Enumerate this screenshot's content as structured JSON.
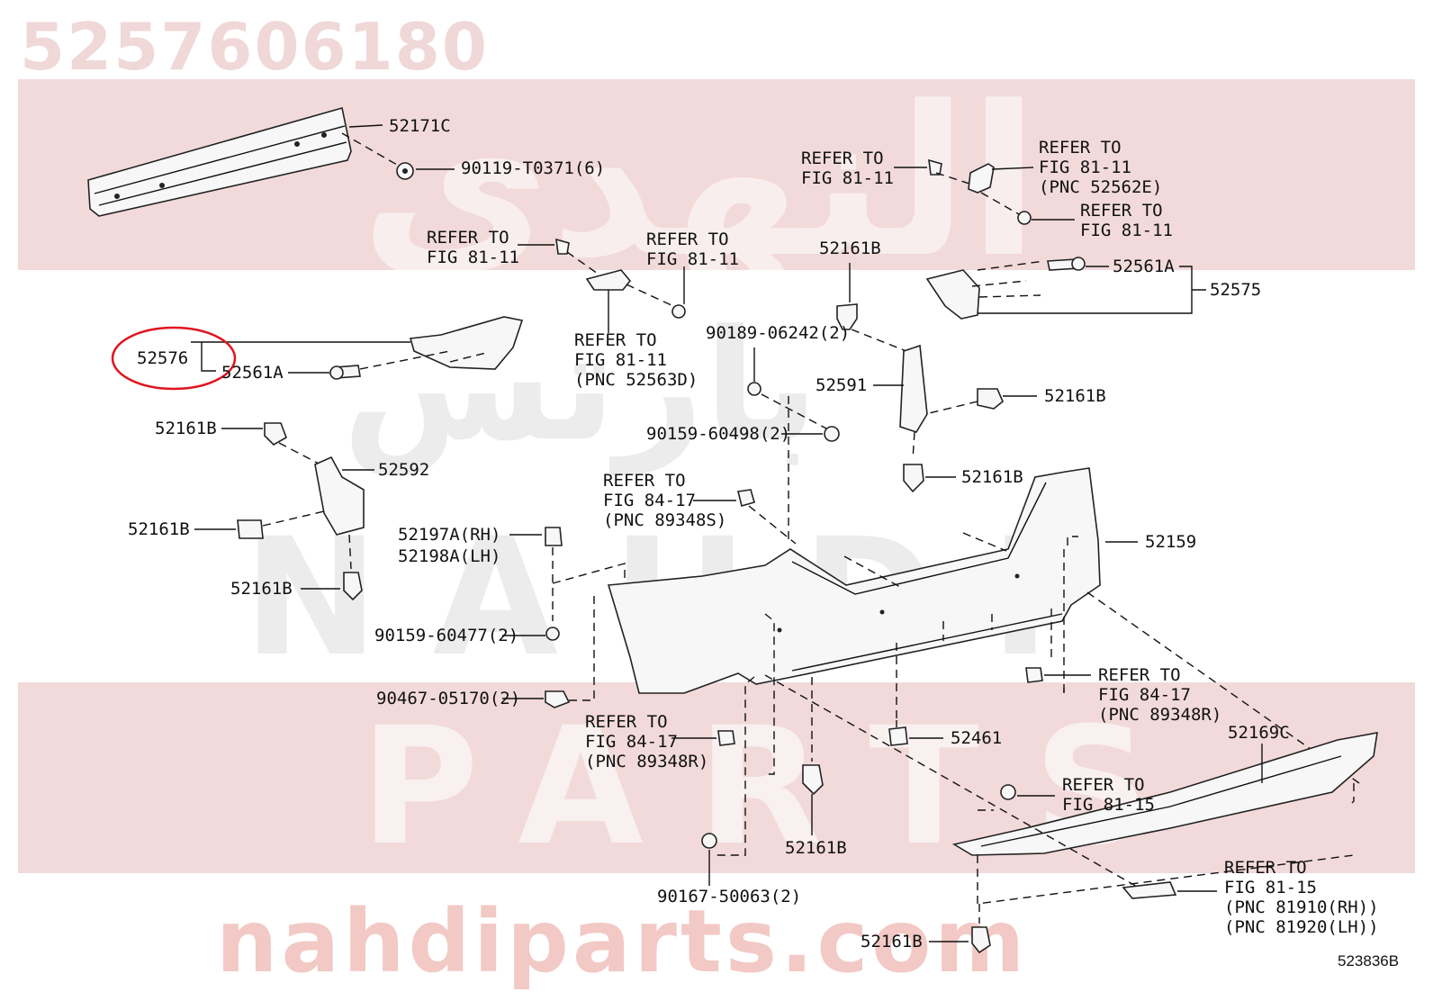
{
  "header": {
    "part_number": "5257606180",
    "watermark_arabic": "النهدي",
    "watermark_arabic_2": "بارتس",
    "watermark_latin": "NAHDI",
    "watermark_latin_2": "PARTS",
    "watermark_url": "nahdiparts.com",
    "figure_code": "523836B"
  },
  "labels": {
    "l52171C": "52171C",
    "l90119": "90119-T0371(6)",
    "refA1": "REFER TO",
    "refA2": "FIG 81-11",
    "refB1": "REFER TO",
    "refB2": "FIG 81-11",
    "refB3": "(PNC 52562E)",
    "refC1": "REFER TO",
    "refC2": "FIG 81-11",
    "refD1": "REFER TO",
    "refD2": "FIG 81-11",
    "refE1": "REFER TO",
    "refE2": "FIG 81-11",
    "refF1": "REFER TO",
    "refF2": "FIG 81-11",
    "refF3": "(PNC 52563D)",
    "l52161B_top": "52161B",
    "l52561A_r": "52561A",
    "l52575": "52575",
    "l52576": "52576",
    "l52561A_l": "52561A",
    "l90189": "90189-06242(2)",
    "l52591": "52591",
    "l52161B_r1": "52161B",
    "l90159_98": "90159-60498(2)",
    "l52161B_l1": "52161B",
    "l52592": "52592",
    "l52161B_r2": "52161B",
    "refG1": "REFER TO",
    "refG2": "FIG 84-17",
    "refG3": "(PNC 89348S)",
    "l52161B_l2": "52161B",
    "l52197A": "52197A(RH)",
    "l52198A": "52198A(LH)",
    "l52159": "52159",
    "l52161B_l3": "52161B",
    "l90159_77": "90159-60477(2)",
    "refH1": "REFER TO",
    "refH2": "FIG 84-17",
    "refH3": "(PNC 89348R)",
    "l90467": "90467-05170(2)",
    "refI1": "REFER TO",
    "refI2": "FIG 84-17",
    "refI3": "(PNC 89348R)",
    "l52461": "52461",
    "l52169C": "52169C",
    "refJ1": "REFER TO",
    "refJ2": "FIG 81-15",
    "l52161B_bc": "52161B",
    "l90167": "90167-50063(2)",
    "refK1": "REFER TO",
    "refK2": "FIG 81-15",
    "refK3": "(PNC 81910(RH))",
    "refK4": "(PNC 81920(LH))",
    "l52161B_bot": "52161B"
  },
  "colors": {
    "watermark_band": "#f2dada",
    "watermark_text": "#ececec",
    "highlight_circle": "#e0141e"
  }
}
